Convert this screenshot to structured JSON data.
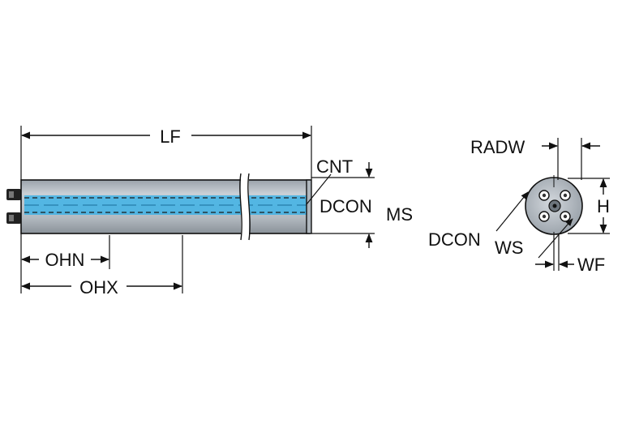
{
  "labels": {
    "lf": "LF",
    "cnt": "CNT",
    "dcon_ms": "DCON",
    "dcon_ms_sub": "MS",
    "ohn": "OHN",
    "ohx": "OHX",
    "radw": "RADW",
    "h": "H",
    "dcon_ws": "DCON",
    "dcon_ws_sub": "WS",
    "wf": "WF"
  },
  "colors": {
    "body_fill": "#bcc3ca",
    "body_shade": "#8f979f",
    "coolant": "#3fb3e6",
    "outline": "#111111",
    "end_face": "#aeb6bd"
  },
  "icons": {
    "arrow": "filled-triangle-arrowhead"
  }
}
